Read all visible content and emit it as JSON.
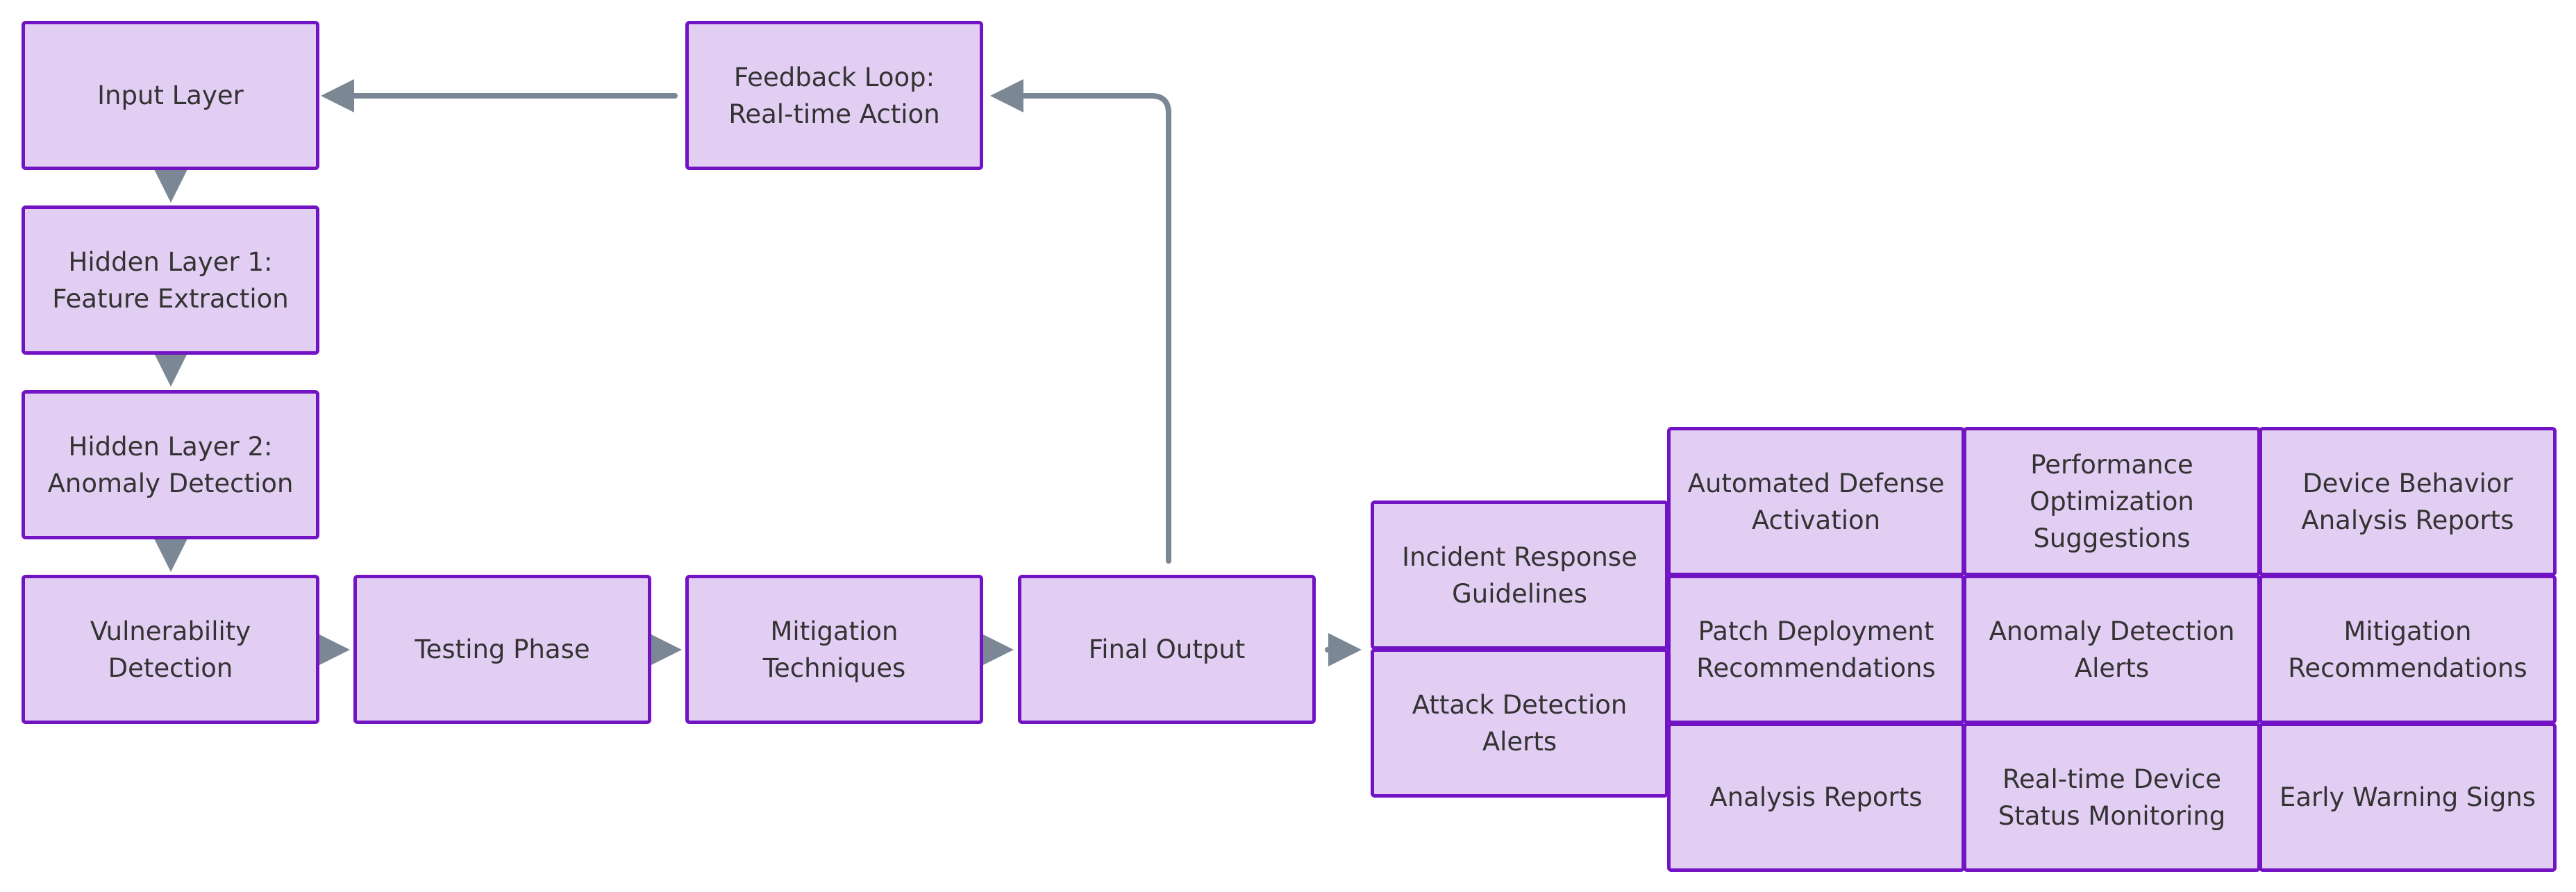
{
  "diagram": {
    "colors": {
      "node_fill": "#e3cef3",
      "node_border": "#7214c4",
      "edge": "#7b8794",
      "text": "#333333"
    },
    "nodes": {
      "input_layer": "Input Layer",
      "hidden_layer_1": "Hidden Layer 1: Feature Extraction",
      "hidden_layer_2": "Hidden Layer 2: Anomaly Detection",
      "vulnerability_detection": "Vulnerability Detection",
      "testing_phase": "Testing Phase",
      "mitigation_techniques": "Mitigation Techniques",
      "final_output": "Final Output",
      "feedback_loop": "Feedback Loop: Real-time Action",
      "incident_response": "Incident Response Guidelines",
      "attack_detection_alerts": "Attack Detection Alerts",
      "automated_defense": "Automated Defense Activation",
      "performance_optimization": "Performance Optimization Suggestions",
      "device_behavior_reports": "Device Behavior Analysis Reports",
      "patch_deployment": "Patch Deployment Recommendations",
      "anomaly_detection_alerts": "Anomaly Detection Alerts",
      "mitigation_recommendations": "Mitigation Recommendations",
      "analysis_reports": "Analysis Reports",
      "device_status_monitoring": "Real-time Device Status Monitoring",
      "early_warning_signs": "Early Warning Signs"
    }
  }
}
